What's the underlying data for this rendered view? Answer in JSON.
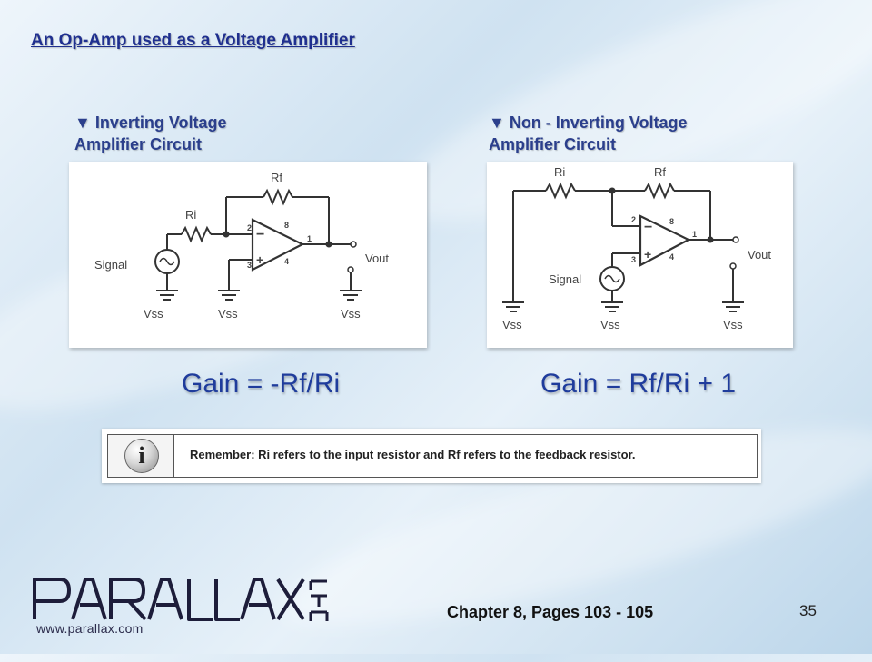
{
  "slide": {
    "title": "An Op-Amp used as a Voltage Amplifier",
    "page_number": "35",
    "chapter_ref": "Chapter 8, Pages 103 - 105"
  },
  "left_circuit": {
    "caption_line1": "▼ Inverting Voltage",
    "caption_line2": "Amplifier Circuit",
    "labels": {
      "rf": "Rf",
      "ri": "Ri",
      "signal": "Signal",
      "vout": "Vout",
      "vss": "Vss",
      "pin2": "2",
      "pin3": "3",
      "pin8": "8",
      "pin1": "1",
      "pin4": "4",
      "minus": "−",
      "plus": "+"
    },
    "gain": "Gain = -Rf/Ri"
  },
  "right_circuit": {
    "caption_line1": "▼ Non - Inverting Voltage",
    "caption_line2": "Amplifier Circuit",
    "labels": {
      "rf": "Rf",
      "ri": "Ri",
      "signal": "Signal",
      "vout": "Vout",
      "vss": "Vss",
      "pin2": "2",
      "pin3": "3",
      "pin8": "8",
      "pin1": "1",
      "pin4": "4",
      "minus": "−",
      "plus": "+"
    },
    "gain": "Gain = Rf/Ri + 1"
  },
  "note": {
    "icon": "info-icon",
    "icon_glyph": "i",
    "text": "Remember: Ri refers to the input resistor and Rf refers to the feedback resistor."
  },
  "logo": {
    "name": "PARALLAX",
    "url": "www.parallax.com",
    "suffix": "INC"
  }
}
